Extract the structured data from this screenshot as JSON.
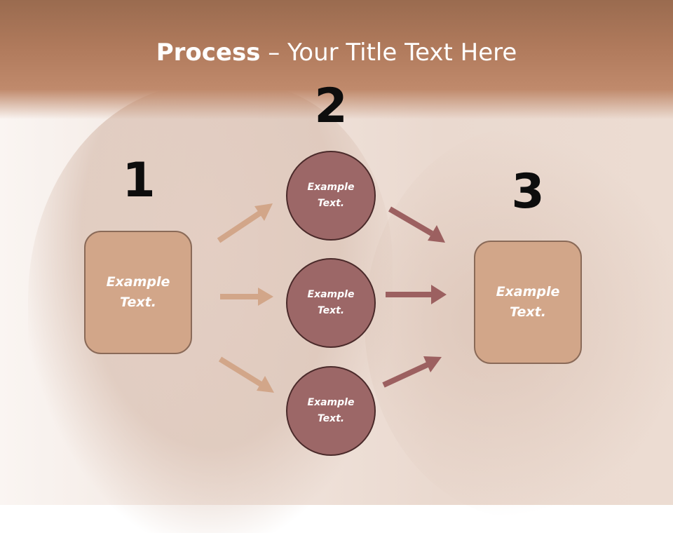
{
  "slide": {
    "title_bold": "Process",
    "title_rest": " – Your Title Text Here"
  },
  "steps": {
    "one": "1",
    "two": "2",
    "three": "3"
  },
  "left_box": {
    "line1": "Example",
    "line2": "Text."
  },
  "right_box": {
    "line1": "Example",
    "line2": "Text."
  },
  "circles": [
    {
      "line1": "Example",
      "line2": "Text."
    },
    {
      "line1": "Example",
      "line2": "Text."
    },
    {
      "line1": "Example",
      "line2": "Text."
    }
  ],
  "colors": {
    "banner": "#b07a5c",
    "box_fill": "#d2a689",
    "circle_fill": "#9c6767",
    "arrow_light": "#d2a689",
    "arrow_dark": "#9c6060"
  }
}
